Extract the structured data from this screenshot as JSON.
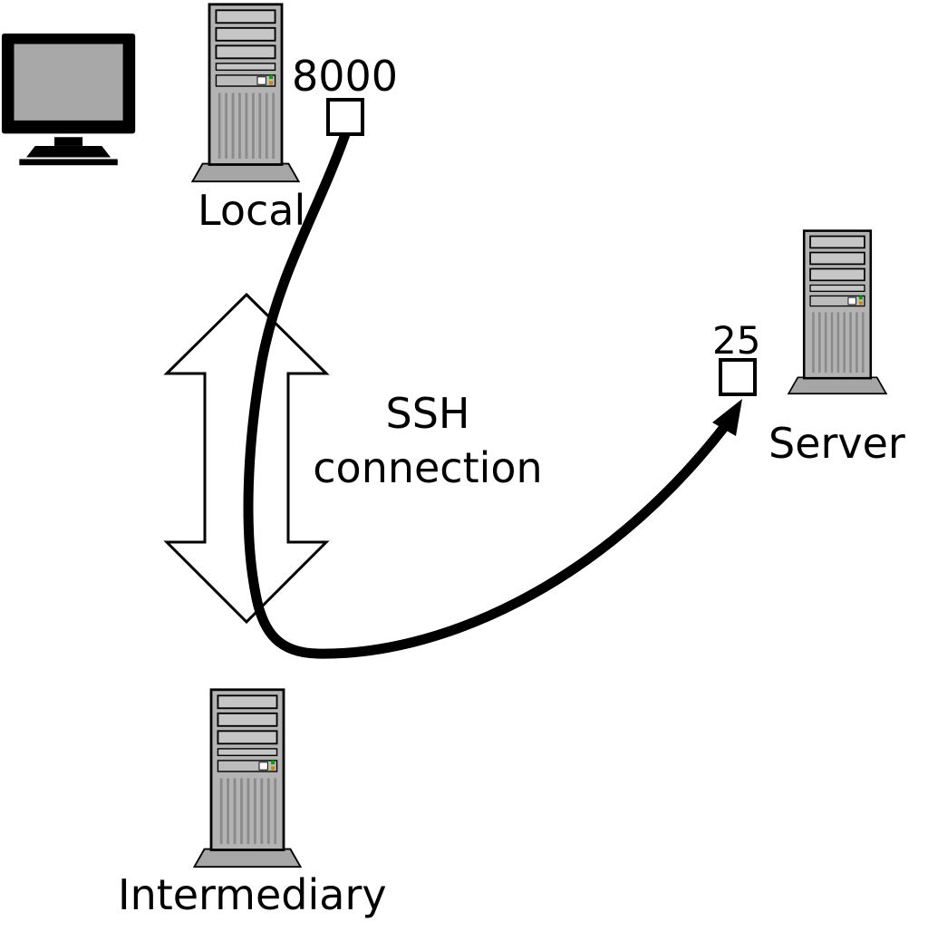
{
  "diagram": {
    "local": {
      "label": "Local",
      "port_label": "8000"
    },
    "ssh_arrow": {
      "line1": "SSH",
      "line2": "connection"
    },
    "server": {
      "label": "Server",
      "port_label": "25"
    },
    "intermediary": {
      "label": "Intermediary"
    }
  },
  "colors": {
    "line_color": "#000000",
    "arrow_fill": "#ffffff",
    "arrow_stroke": "#000000",
    "port_box_fill": "#ffffff",
    "port_box_stroke": "#000000",
    "tower_body": "#b3b3b3",
    "tower_bay": "#c6c6c6",
    "tower_pedestal": "#a6a6a6",
    "monitor_screen": "#a8a8a8",
    "led_green": "#00a000",
    "led_amber": "#cc8800"
  }
}
